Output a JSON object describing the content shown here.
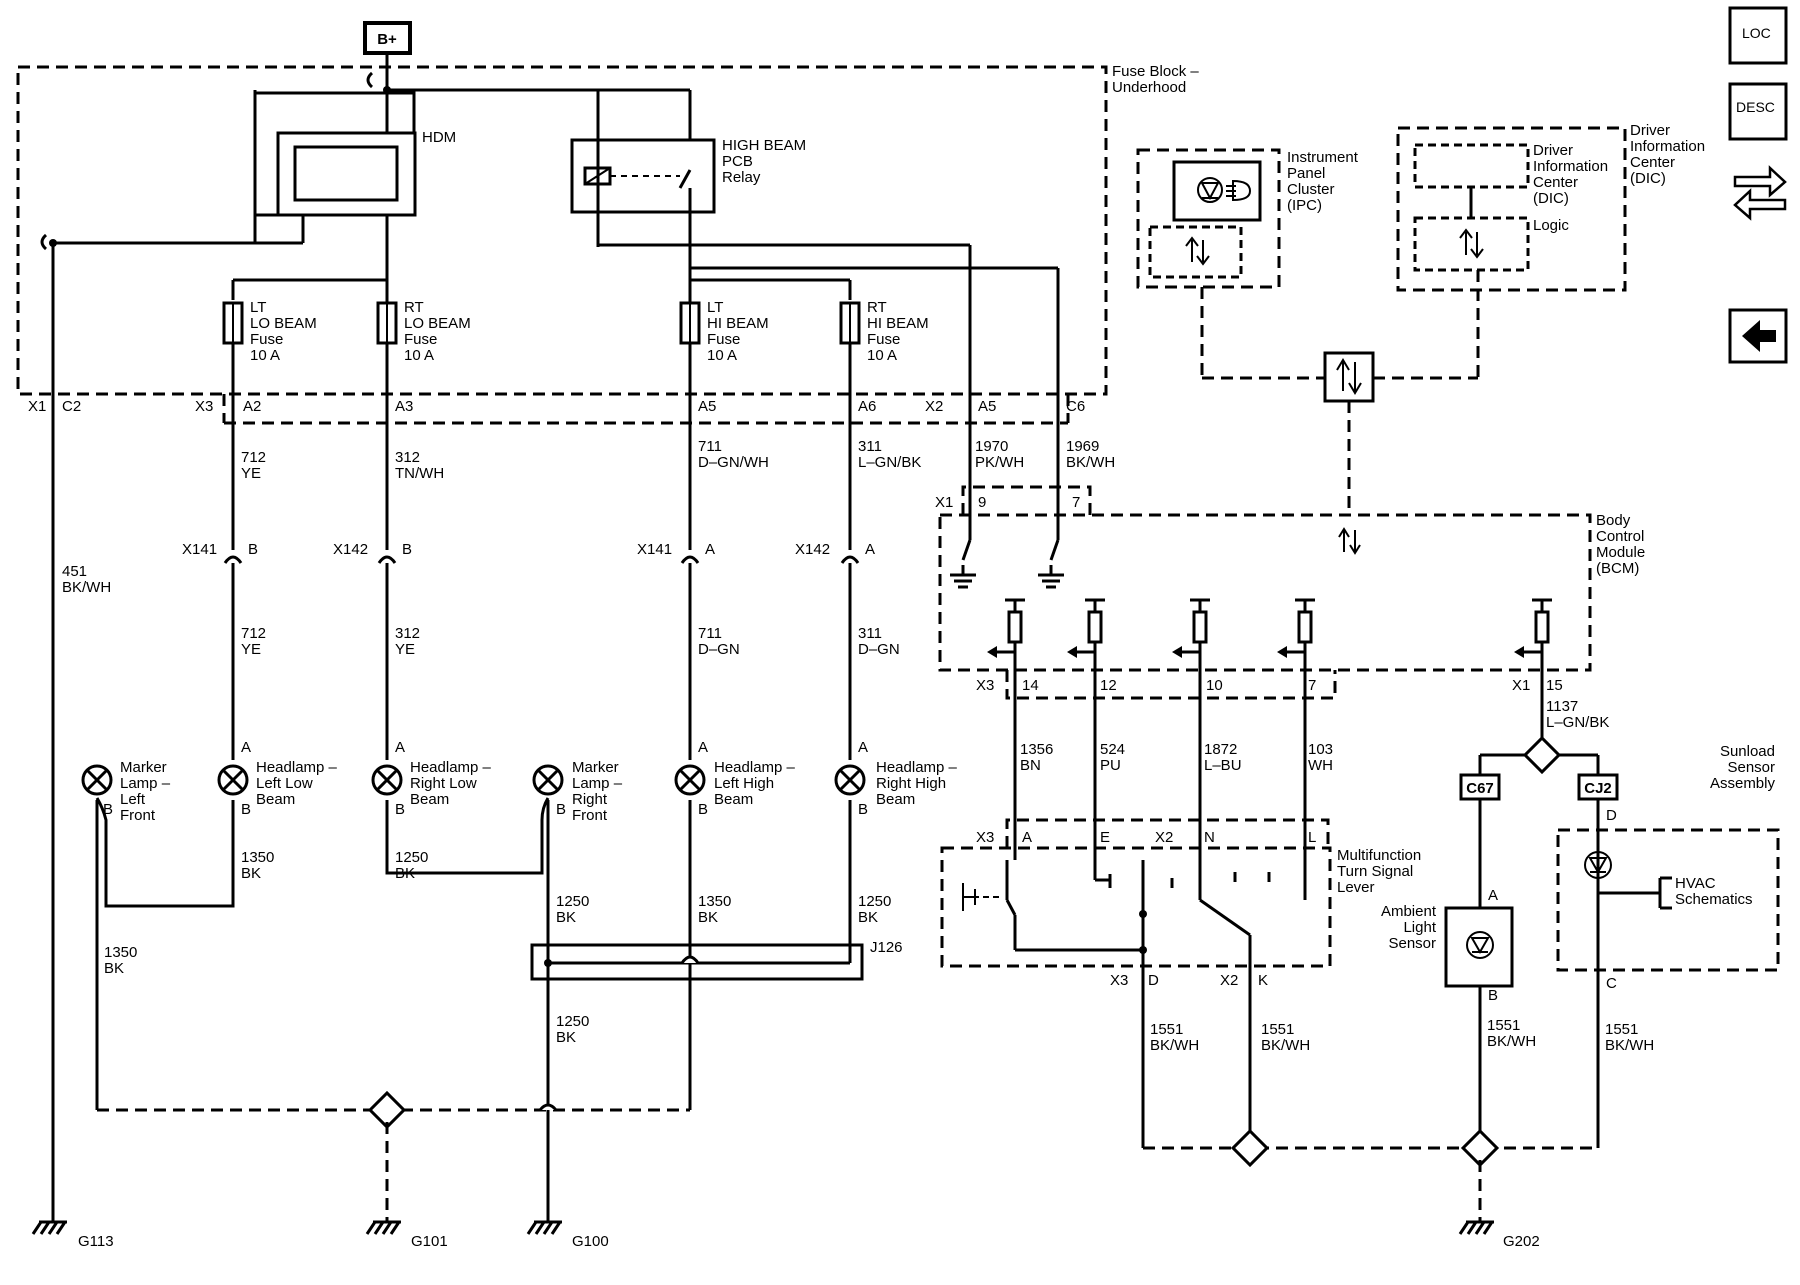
{
  "power": {
    "label": "B+"
  },
  "fuse_block": {
    "title": [
      "Fuse Block –",
      "Underhood"
    ]
  },
  "hdm": {
    "label": "HDM"
  },
  "relay": {
    "label": [
      "HIGH BEAM",
      "PCB",
      "Relay"
    ]
  },
  "fuses": [
    {
      "lines": [
        "LT",
        "LO BEAM",
        "Fuse",
        "10 A"
      ]
    },
    {
      "lines": [
        "RT",
        "LO BEAM",
        "Fuse",
        "10 A"
      ]
    },
    {
      "lines": [
        "LT",
        "HI BEAM",
        "Fuse",
        "10 A"
      ]
    },
    {
      "lines": [
        "RT",
        "HI BEAM",
        "Fuse",
        "10 A"
      ]
    }
  ],
  "fuse_block_connectors": {
    "x1": "X1",
    "c2": "C2",
    "x3": "X3",
    "a2": "A2",
    "a3": "A3",
    "a5": "A5",
    "a6": "A6",
    "x2": "X2",
    "x2_a5": "A5",
    "c6": "C6"
  },
  "circuits_upper": [
    {
      "num": "712",
      "color": "YE"
    },
    {
      "num": "312",
      "color": "TN/WH"
    },
    {
      "num": "711",
      "color": "D–GN/WH"
    },
    {
      "num": "311",
      "color": "L–GN/BK"
    },
    {
      "num": "1970",
      "color": "PK/WH"
    },
    {
      "num": "1969",
      "color": "BK/WH"
    }
  ],
  "circuit_451": {
    "num": "451",
    "color": "BK/WH"
  },
  "inline_connectors": [
    {
      "name": "X141",
      "pin": "B"
    },
    {
      "name": "X142",
      "pin": "B"
    },
    {
      "name": "X141",
      "pin": "A"
    },
    {
      "name": "X142",
      "pin": "A"
    }
  ],
  "circuits_mid": [
    {
      "num": "712",
      "color": "YE"
    },
    {
      "num": "312",
      "color": "YE"
    },
    {
      "num": "711",
      "color": "D–GN"
    },
    {
      "num": "311",
      "color": "D–GN"
    }
  ],
  "lamps": [
    {
      "lines": [
        "Marker",
        "Lamp –",
        "Left",
        "Front"
      ],
      "pin_b": "B"
    },
    {
      "lines": [
        "Headlamp –",
        "Left Low",
        "Beam"
      ],
      "pin_a": "A",
      "pin_b": "B"
    },
    {
      "lines": [
        "Headlamp –",
        "Right Low",
        "Beam"
      ],
      "pin_a": "A",
      "pin_b": "B"
    },
    {
      "lines": [
        "Marker",
        "Lamp –",
        "Right",
        "Front"
      ],
      "pin_b": "B"
    },
    {
      "lines": [
        "Headlamp –",
        "Left High",
        "Beam"
      ],
      "pin_a": "A",
      "pin_b": "B"
    },
    {
      "lines": [
        "Headlamp –",
        "Right High",
        "Beam"
      ],
      "pin_a": "A",
      "pin_b": "B"
    }
  ],
  "ground_circuits": [
    {
      "num": "1350",
      "color": "BK"
    },
    {
      "num": "1250",
      "color": "BK"
    },
    {
      "num": "1250",
      "color": "BK"
    },
    {
      "num": "1350",
      "color": "BK"
    },
    {
      "num": "1250",
      "color": "BK"
    },
    {
      "num": "1350",
      "color": "BK"
    },
    {
      "num": "1250",
      "color": "BK"
    }
  ],
  "splice": {
    "label": "J126"
  },
  "grounds": [
    "G113",
    "G101",
    "G100",
    "G202"
  ],
  "ipc": {
    "lines": [
      "Instrument",
      "Panel",
      "Cluster",
      "(IPC)"
    ]
  },
  "dic": {
    "outer": [
      "Driver",
      "Information",
      "Center",
      "(DIC)"
    ],
    "inner": [
      "Driver",
      "Information",
      "Center",
      "(DIC)"
    ],
    "logic": "Logic"
  },
  "bcm": {
    "lines": [
      "Body",
      "Control",
      "Module",
      "(BCM)"
    ],
    "x1": "X1",
    "pin9": "9",
    "pin7": "7",
    "x3": "X3",
    "pin14": "14",
    "pin12": "12",
    "pin10": "10",
    "pin7b": "7",
    "x1b": "X1",
    "pin15": "15"
  },
  "bcm_circuits": [
    {
      "num": "1356",
      "color": "BN"
    },
    {
      "num": "524",
      "color": "PU"
    },
    {
      "num": "1872",
      "color": "L–BU"
    },
    {
      "num": "103",
      "color": "WH"
    }
  ],
  "circuit_1137": {
    "num": "1137",
    "color": "L–GN/BK"
  },
  "turn_signal": {
    "lines": [
      "Multifunction",
      "Turn Signal",
      "Lever"
    ],
    "x3": "X3",
    "pa": "A",
    "pe": "E",
    "x2": "X2",
    "pn": "N",
    "pl": "L",
    "x3b": "X3",
    "pd": "D",
    "x2b": "X2",
    "pk": "K"
  },
  "return_circuits": [
    {
      "num": "1551",
      "color": "BK/WH"
    },
    {
      "num": "1551",
      "color": "BK/WH"
    },
    {
      "num": "1551",
      "color": "BK/WH"
    },
    {
      "num": "1551",
      "color": "BK/WH"
    }
  ],
  "ambient": {
    "lines": [
      "Ambient",
      "Light",
      "Sensor"
    ],
    "pa": "A",
    "pb": "B",
    "conn": "C67"
  },
  "sunload": {
    "lines": [
      "Sunload",
      "Sensor",
      "Assembly"
    ],
    "pd": "D",
    "pc": "C",
    "conn": "CJ2",
    "hvac": [
      "HVAC",
      "Schematics"
    ]
  },
  "nav": {
    "loc": "LOC",
    "desc": "DESC",
    "back_icon": "left-arrow-icon",
    "swap_icon": "swap-arrows-icon"
  }
}
